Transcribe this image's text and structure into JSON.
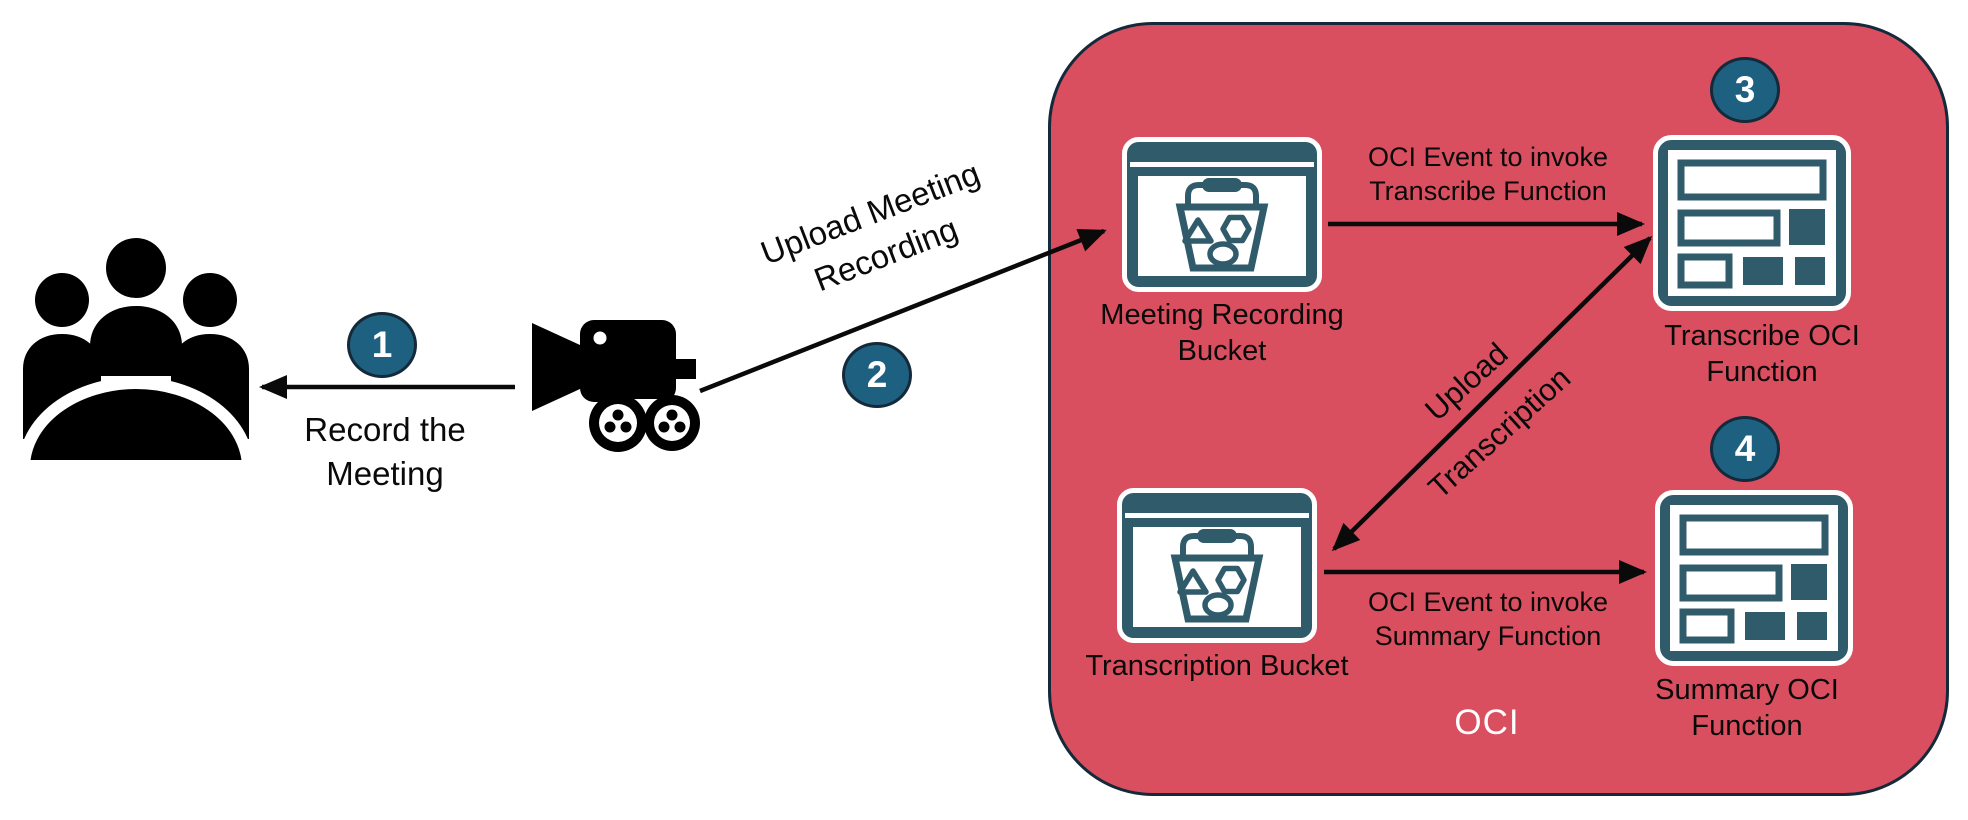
{
  "diagram": {
    "oci_container_label": "OCI",
    "badges": {
      "one": "1",
      "two": "2",
      "three": "3",
      "four": "4"
    },
    "nodes": {
      "meeting_bucket": {
        "line1": "Meeting Recording",
        "line2": "Bucket"
      },
      "transcribe_function": {
        "line1": "Transcribe OCI",
        "line2": "Function"
      },
      "transcription_bucket": {
        "line1": "Transcription Bucket"
      },
      "summary_function": {
        "line1": "Summary OCI",
        "line2": "Function"
      }
    },
    "edges": {
      "record_meeting": {
        "line1": "Record the",
        "line2": "Meeting"
      },
      "upload_recording": {
        "line1": "Upload Meeting",
        "line2": "Recording"
      },
      "invoke_transcribe": {
        "line1": "OCI Event to invoke",
        "line2": "Transcribe Function"
      },
      "upload_transcription": {
        "line1": "Upload",
        "line2": "Transcription"
      },
      "invoke_summary": {
        "line1": "OCI Event to invoke",
        "line2": "Summary Function"
      }
    },
    "icons": {
      "audience": "meeting-audience-icon",
      "camera": "video-camera-icon",
      "bucket": "object-storage-bucket-icon",
      "function": "oci-function-icon"
    },
    "colors": {
      "container_fill": "#D94F5F",
      "container_border": "#14293A",
      "badge_fill": "#1E6080",
      "badge_border": "#14293A",
      "icon_teal": "#305B6B",
      "text": "#0A0A0A",
      "white": "#FFFFFF",
      "black": "#000000"
    }
  }
}
